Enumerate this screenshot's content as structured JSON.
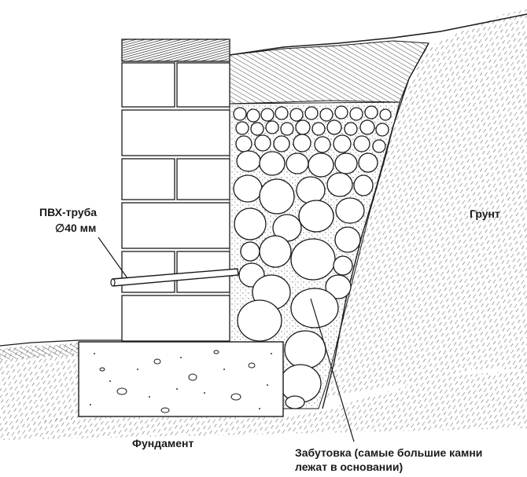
{
  "labels": {
    "pipe_line1": "ПВХ-труба",
    "pipe_line2": "∅40 мм",
    "soil": "Грунт",
    "foundation": "Фундамент",
    "backfill_line1": "Забутовка (самые большие камни",
    "backfill_line2": "лежат в основании)"
  },
  "colors": {
    "ink": "#1a1a1a",
    "paper": "#ffffff",
    "hatch": "#555555"
  }
}
